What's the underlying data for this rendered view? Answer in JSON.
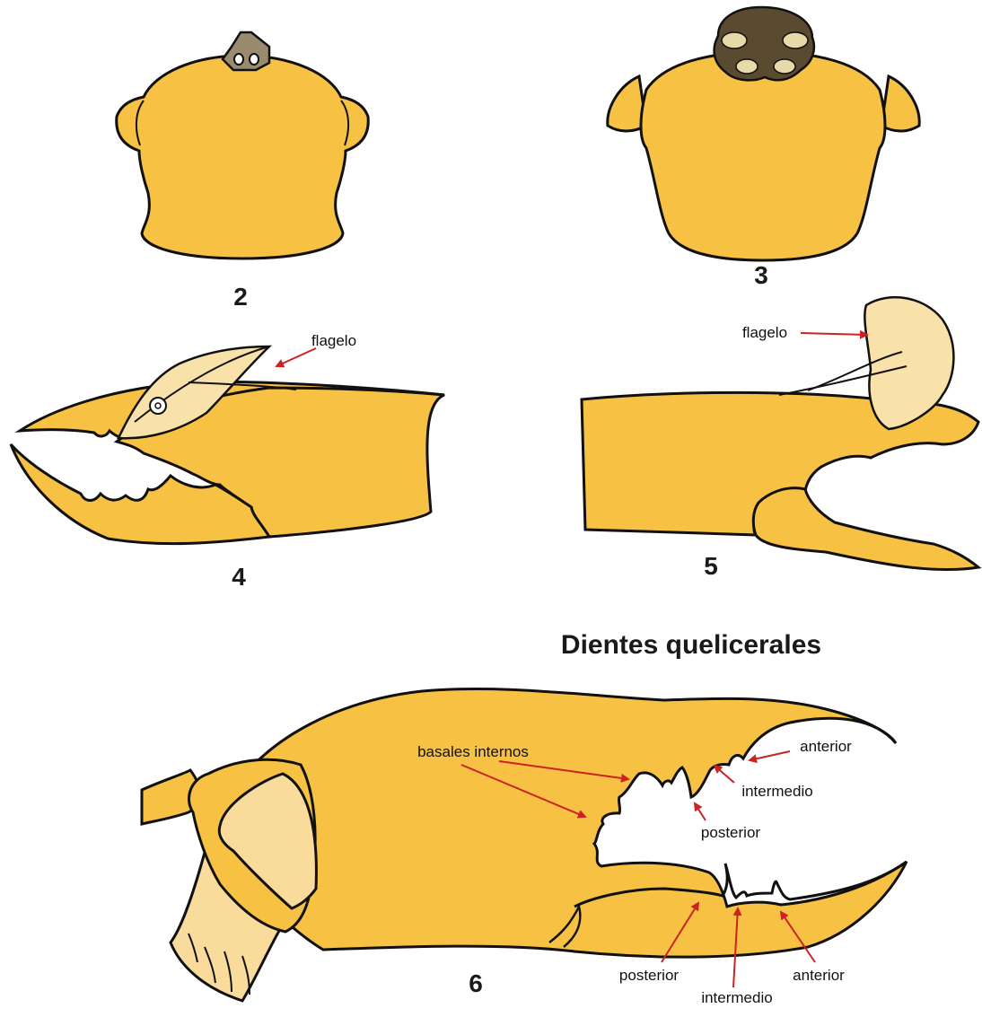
{
  "colors": {
    "body": "#F7C244",
    "pale": "#F9DB9C",
    "flagellum": "#F9E1AA",
    "outline": "#111111",
    "arrow": "#CC2222",
    "eye_plate": "#9B8B6E",
    "eye_dark": "#5A4A30",
    "eye_light": "#E8D9A8"
  },
  "figures": {
    "fig2": {
      "number": "2"
    },
    "fig3": {
      "number": "3"
    },
    "fig4": {
      "number": "4",
      "flagelo_label": "flagelo"
    },
    "fig5": {
      "number": "5",
      "flagelo_label": "flagelo"
    },
    "fig6": {
      "number": "6",
      "title": "Dientes quelicerales",
      "labels": {
        "basales_internos": "basales internos",
        "anterior_upper": "anterior",
        "intermedio_upper": "intermedio",
        "posterior_upper": "posterior",
        "posterior_lower": "posterior",
        "intermedio_lower": "intermedio",
        "anterior_lower": "anterior"
      }
    }
  }
}
